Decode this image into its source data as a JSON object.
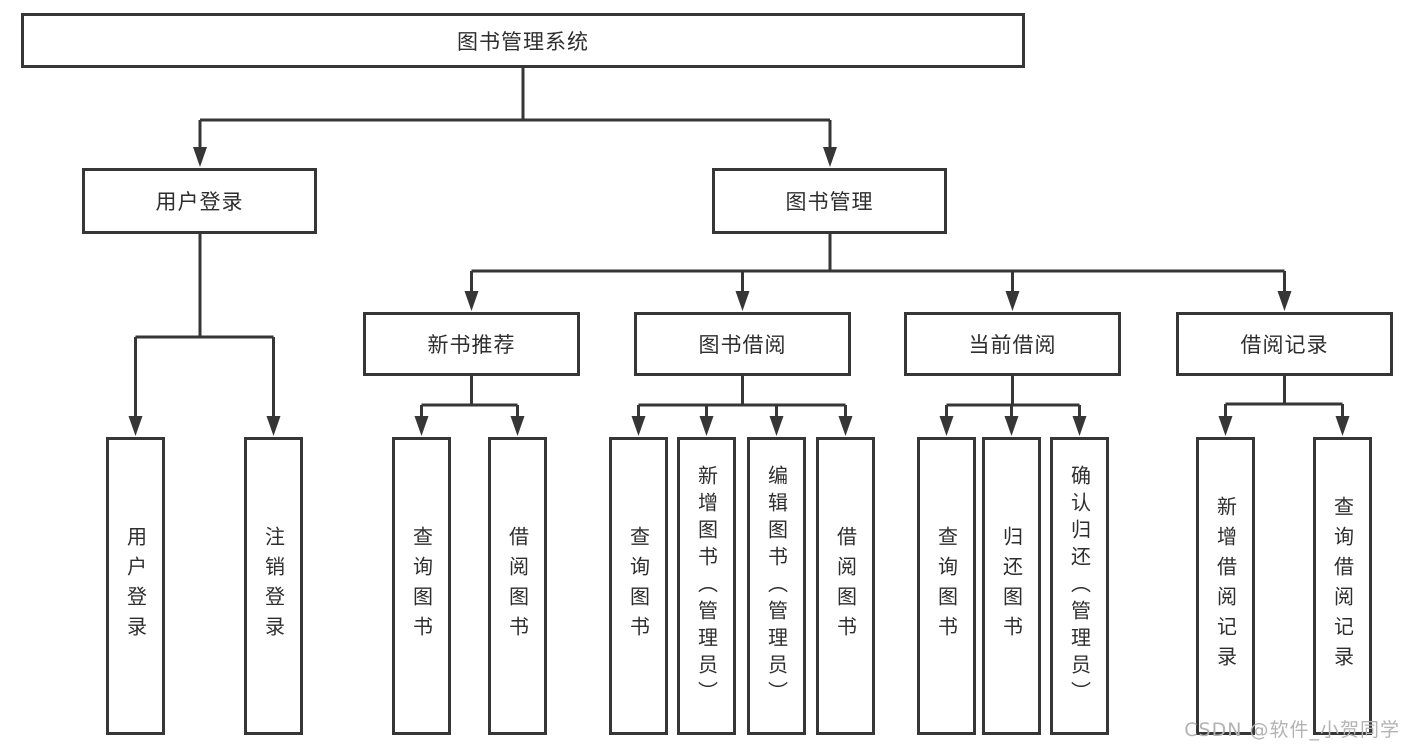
{
  "diagram": {
    "root": {
      "label": "图书管理系统"
    },
    "level2": [
      {
        "label": "用户登录"
      },
      {
        "label": "图书管理"
      }
    ],
    "level3": [
      {
        "label": "新书推荐"
      },
      {
        "label": "图书借阅"
      },
      {
        "label": "当前借阅"
      },
      {
        "label": "借阅记录"
      }
    ],
    "leaves": {
      "login": [
        {
          "label": "用户登录"
        },
        {
          "label": "注销登录"
        }
      ],
      "newbook": [
        {
          "label": "查询图书"
        },
        {
          "label": "借阅图书"
        }
      ],
      "borrow": [
        {
          "label": "查询图书"
        },
        {
          "label": "新增图书（管理员）"
        },
        {
          "label": "编辑图书（管理员）"
        },
        {
          "label": "借阅图书"
        }
      ],
      "current": [
        {
          "label": "查询图书"
        },
        {
          "label": "归还图书"
        },
        {
          "label": "确认归还（管理员）"
        }
      ],
      "records": [
        {
          "label": "新增借阅记录"
        },
        {
          "label": "查询借阅记录"
        }
      ]
    },
    "watermark": {
      "text": "CSDN @软件_小贺同学"
    },
    "colors": {
      "line": "#363636",
      "text": "#2e2e2e",
      "watermark": "#b3b3b3",
      "background": "#ffffff"
    }
  }
}
